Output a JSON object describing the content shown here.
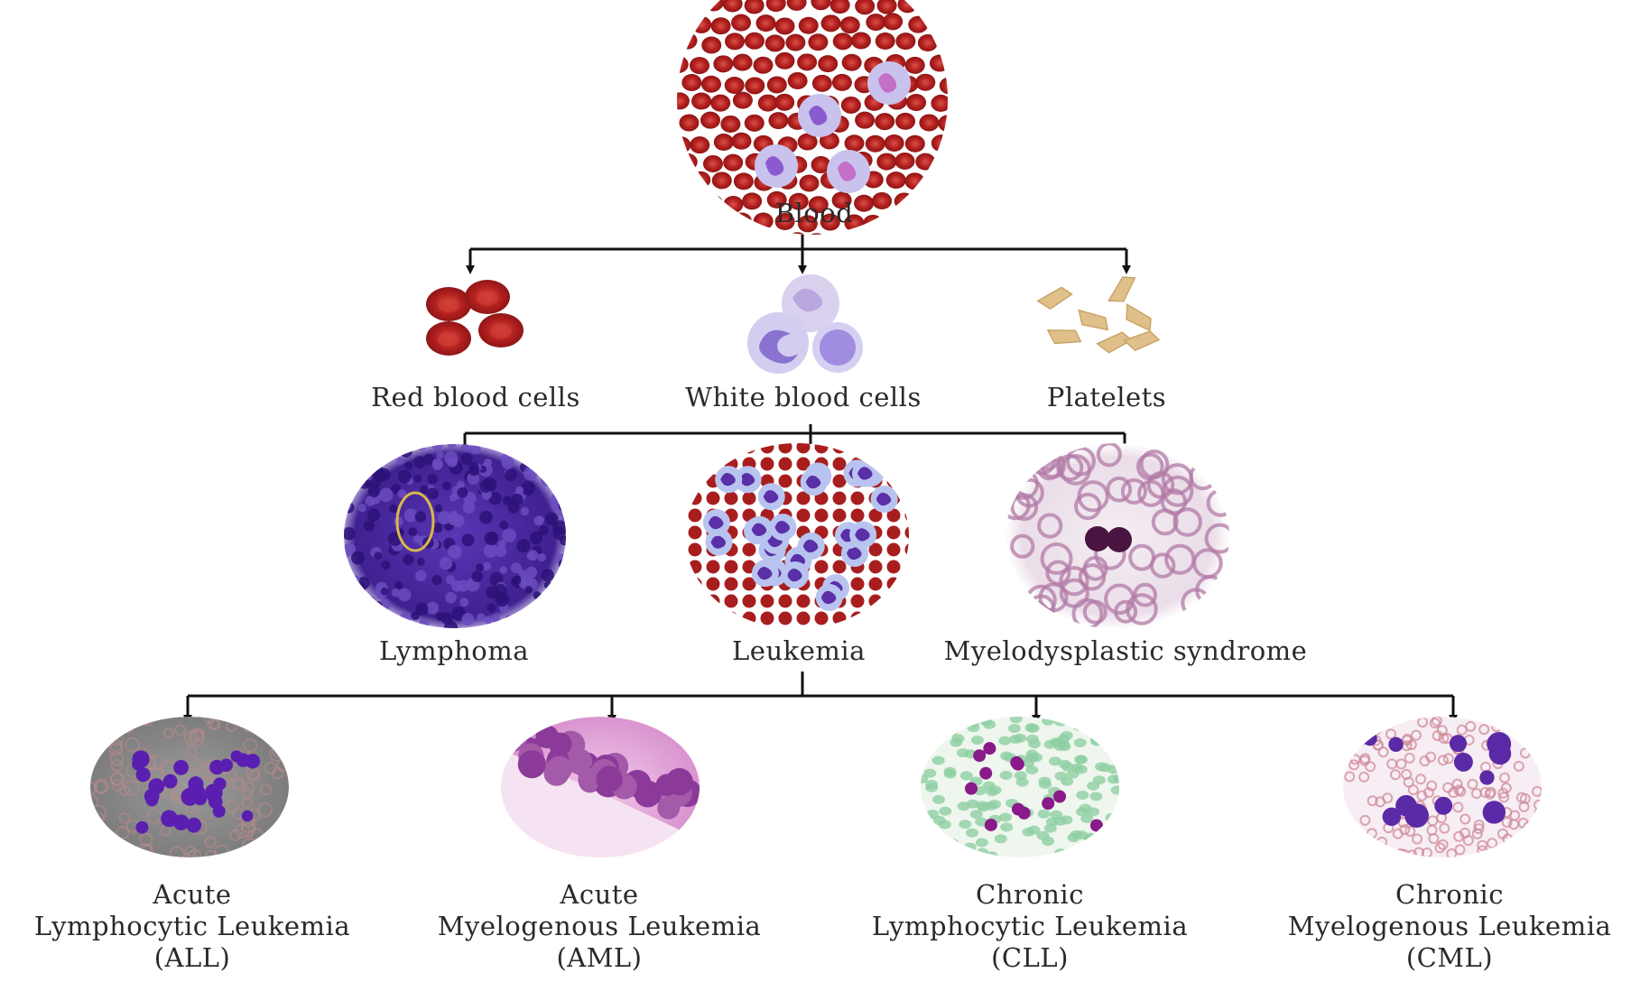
{
  "labels": {
    "blood": "Blood",
    "rbc": "Red blood cells",
    "wbc": "White blood cells",
    "platelets": "Platelets",
    "lymphoma": "Lymphoma",
    "leukemia": "Leukemia",
    "mds": "Myelodysplastic syndrome",
    "all": {
      "line1": "Acute",
      "line2": "Lymphocytic Leukemia",
      "line3": "(ALL)"
    },
    "aml": {
      "line1": "Acute",
      "line2": "Myelogenous Leukemia",
      "line3": "(AML)"
    },
    "cll": {
      "line1": "Chronic",
      "line2": "Lymphocytic Leukemia",
      "line3": "(CLL)"
    },
    "cml": {
      "line1": "Chronic",
      "line2": "Myelogenous Leukemia",
      "line3": "(CML)"
    }
  },
  "colors": {
    "connector": "#111111",
    "red_cell": "#b3201f",
    "red_cell_center": "#d84a44",
    "wbc_cytoplasm": "#c9c2ec",
    "wbc_nucleus": "#6b3fb0",
    "platelet": "#e0c08a",
    "lymphoma_bg": "#4b2aa0",
    "all_bg": "#8c8c8c",
    "aml_bg": "#e8b6e0",
    "cll_bg": "#eef6ee",
    "cml_bg": "#f6eef4",
    "mds_bg": "#efe7ee"
  }
}
